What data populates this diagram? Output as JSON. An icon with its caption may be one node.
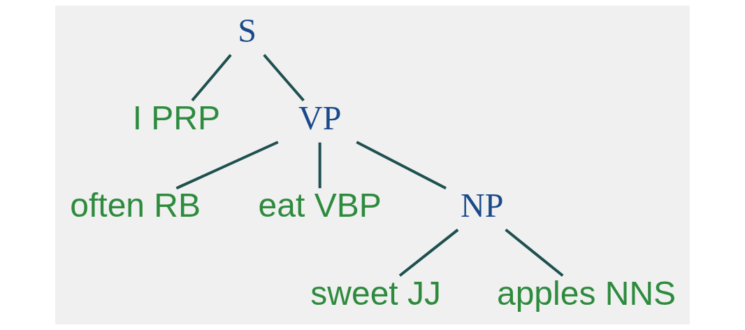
{
  "diagram": {
    "nodes": [
      {
        "text": [
          "S"
        ]
      },
      {
        "text": [
          "I PRP"
        ]
      },
      {
        "text": [
          "VP"
        ]
      },
      {
        "text": [
          "often RB"
        ]
      },
      {
        "text": [
          "eat VBP"
        ]
      },
      {
        "text": [
          "NP"
        ]
      },
      {
        "text": [
          "sweet JJ"
        ]
      },
      {
        "text": [
          "apples NNS"
        ]
      }
    ],
    "edges": [
      {
        "from": 0,
        "to": 1,
        "arrow": "none"
      },
      {
        "from": 0,
        "to": 2,
        "arrow": "none"
      },
      {
        "from": 2,
        "to": 3,
        "arrow": "none"
      },
      {
        "from": 2,
        "to": 4,
        "arrow": "none"
      },
      {
        "from": 2,
        "to": 5,
        "arrow": "none"
      },
      {
        "from": 5,
        "to": 6,
        "arrow": "none"
      },
      {
        "from": 5,
        "to": 7,
        "arrow": "none"
      }
    ]
  }
}
